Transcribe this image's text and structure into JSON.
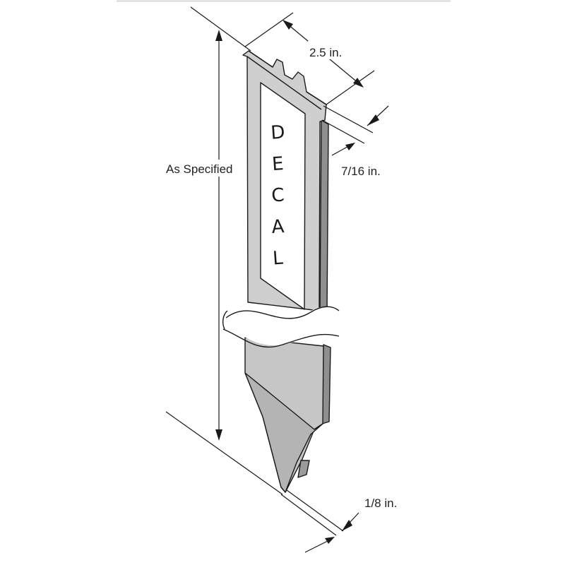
{
  "colors": {
    "face": "#cfcfcf",
    "face_shadow": "#b4b4b4",
    "edge": "#8f8f8f",
    "outline": "#1a1a1a",
    "decal_bg": "#ffffff",
    "background": "#ffffff"
  },
  "dimensions": {
    "length_label": "As Specified",
    "width_label": "2.5 in.",
    "depth_label": "7/16 in.",
    "thickness_label": "1/8 in."
  },
  "decal": {
    "letters": [
      "D",
      "E",
      "C",
      "A",
      "L"
    ]
  }
}
